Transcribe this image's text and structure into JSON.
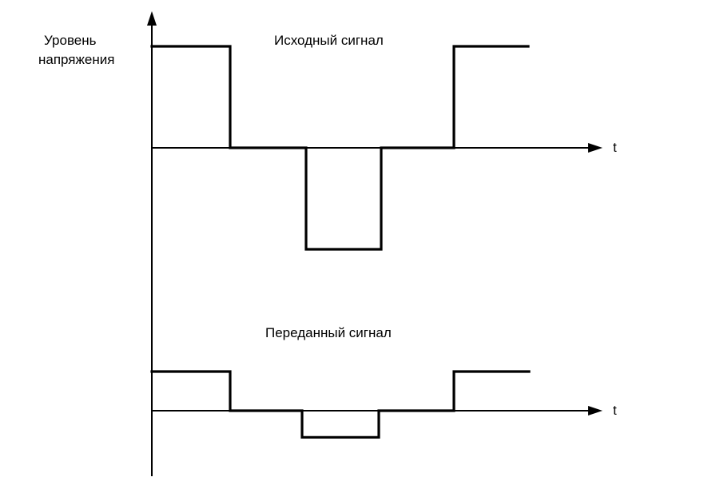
{
  "y_axis_label": [
    "Уровень",
    "напряжения"
  ],
  "original_signal": {
    "title": "Исходный сигнал",
    "time_label": "t",
    "levels": [
      1,
      0,
      -1,
      0,
      1
    ]
  },
  "transmitted_signal": {
    "title": "Переданный сигнал",
    "time_label": "t",
    "levels": [
      0.5,
      0,
      -0.34,
      0,
      0.5
    ]
  },
  "colors": {
    "line": "#000000",
    "background": "#ffffff"
  }
}
